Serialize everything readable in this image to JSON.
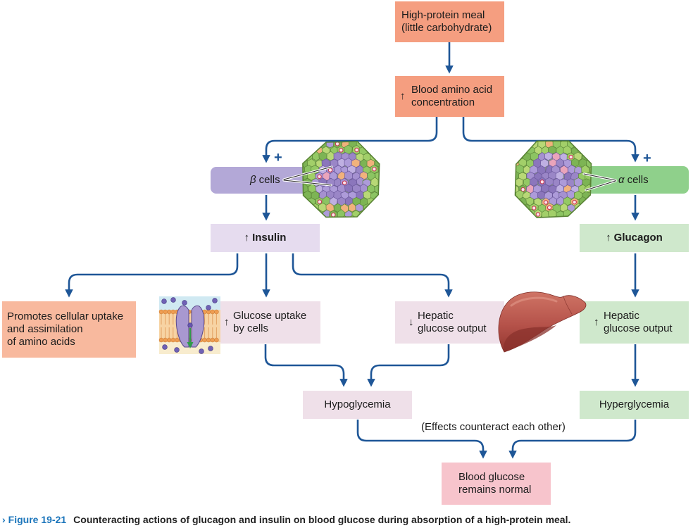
{
  "colors": {
    "arrow": "#1e5697",
    "salmon": "#f59e80",
    "salmon_light": "#f8b99e",
    "beta": "#b3a8d7",
    "alpha": "#8fd08b",
    "insulin": "#e6dcef",
    "insulin_effect": "#efe0e9",
    "glucagon_effect": "#cfe8cc",
    "normal": "#f7c4cc",
    "caption_accent": "#1b75bb"
  },
  "icons": {
    "left_islet": "pancreatic-islet",
    "right_islet": "pancreatic-islet",
    "membrane": "cell-membrane-transporter",
    "liver": "liver"
  },
  "meal": {
    "lines": [
      "High-protein meal",
      "(little carbohydrate)"
    ]
  },
  "amino_acid": {
    "arrow": "↑",
    "lines": [
      "Blood amino acid",
      "concentration"
    ]
  },
  "beta_cells": {
    "greek": "β",
    "label": "cells",
    "plus": "+"
  },
  "alpha_cells": {
    "greek": "α",
    "label": "cells",
    "plus": "+"
  },
  "insulin": {
    "arrow": "↑",
    "label": "Insulin"
  },
  "glucagon": {
    "arrow": "↑",
    "label": "Glucagon"
  },
  "amino_uptake": {
    "lines": [
      "Promotes cellular uptake",
      "and assimilation",
      "of amino acids"
    ]
  },
  "glucose_uptake": {
    "arrow": "↑",
    "lines": [
      "Glucose uptake",
      "by cells"
    ]
  },
  "hepatic_output_decrease": {
    "arrow": "↓",
    "lines": [
      "Hepatic",
      "glucose output"
    ]
  },
  "hepatic_output_increase": {
    "arrow": "↑",
    "lines": [
      "Hepatic",
      "glucose output"
    ]
  },
  "hypoglycemia": {
    "label": "Hypoglycemia"
  },
  "hyperglycemia": {
    "label": "Hyperglycemia"
  },
  "counteract_note": "(Effects counteract each other)",
  "blood_glucose_normal": {
    "lines": [
      "Blood glucose",
      "remains normal"
    ]
  },
  "caption": {
    "marker": "›",
    "figure": "Figure 19-21",
    "text": "Counteracting actions of glucagon and insulin on blood glucose during absorption of a high-protein meal."
  }
}
